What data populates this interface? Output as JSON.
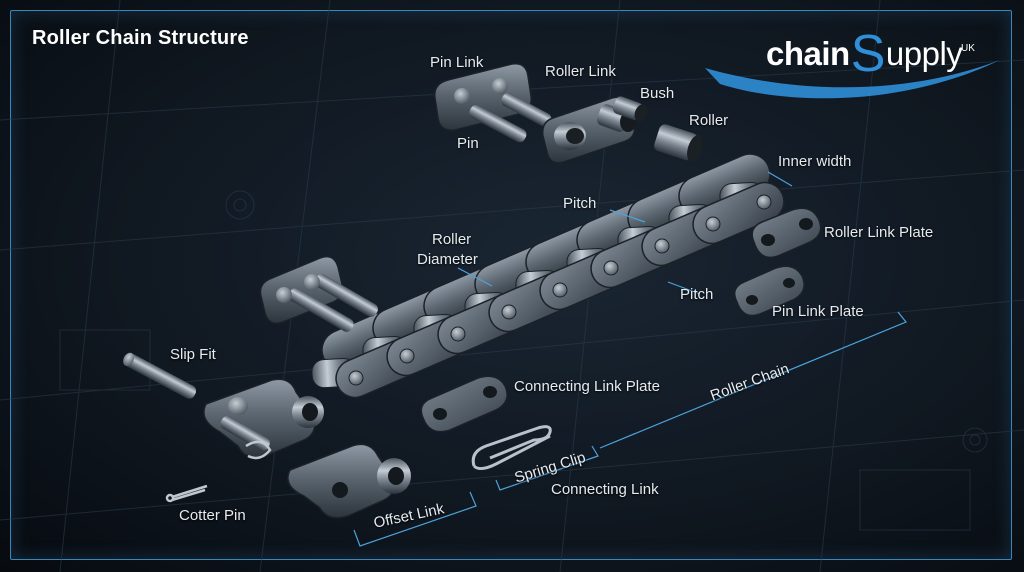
{
  "title": "Roller Chain Structure",
  "logo": {
    "part1": "chain",
    "letter": "S",
    "part2": "upply",
    "suffix": "UK",
    "accent_color": "#2f8fd8"
  },
  "labels": {
    "pin_link": "Pin Link",
    "pin": "Pin",
    "roller_link": "Roller Link",
    "bush": "Bush",
    "roller": "Roller",
    "inner_width": "Inner width",
    "pitch_top": "Pitch",
    "pitch_bottom": "Pitch",
    "roller_diameter_1": "Roller",
    "roller_diameter_2": "Diameter",
    "roller_link_plate": "Roller Link Plate",
    "pin_link_plate": "Pin Link Plate",
    "roller_chain": "Roller Chain",
    "connecting_link_plate": "Connecting Link Plate",
    "spring_clip": "Spring Clip",
    "connecting_link": "Connecting Link",
    "slip_fit": "Slip Fit",
    "cotter_pin": "Cotter Pin",
    "offset_link": "Offset Link"
  },
  "colors": {
    "frame": "#3b87bd",
    "metal_light": "#8b96a2",
    "metal_dark": "#3e4852",
    "dimension": "#4da3dd"
  }
}
